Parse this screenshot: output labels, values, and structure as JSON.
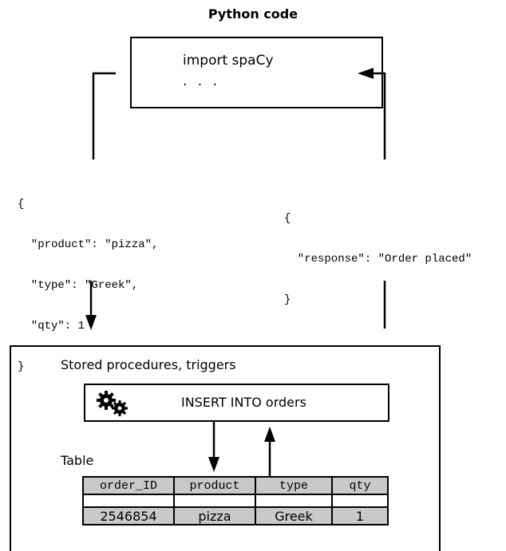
{
  "title": "Python code",
  "code_box": {
    "line1": "import spaCy",
    "line2": ". . ."
  },
  "request_json": [
    "{",
    "  \"product\": \"pizza\",",
    "  \"type\": \"Greek\",",
    "  \"qty\": 1",
    "}"
  ],
  "response_json": [
    "{",
    "  \"response\": \"Order placed\"",
    "}"
  ],
  "database": {
    "stored_label": "Stored procedures, triggers",
    "insert_text": "INSERT INTO orders",
    "table_label": "Table",
    "table": {
      "headers": [
        "order_ID",
        "product",
        "type",
        "qty"
      ],
      "rows": [
        [
          "2546854",
          "pizza",
          "Greek",
          "1"
        ]
      ]
    }
  },
  "icon": "gears-icon"
}
